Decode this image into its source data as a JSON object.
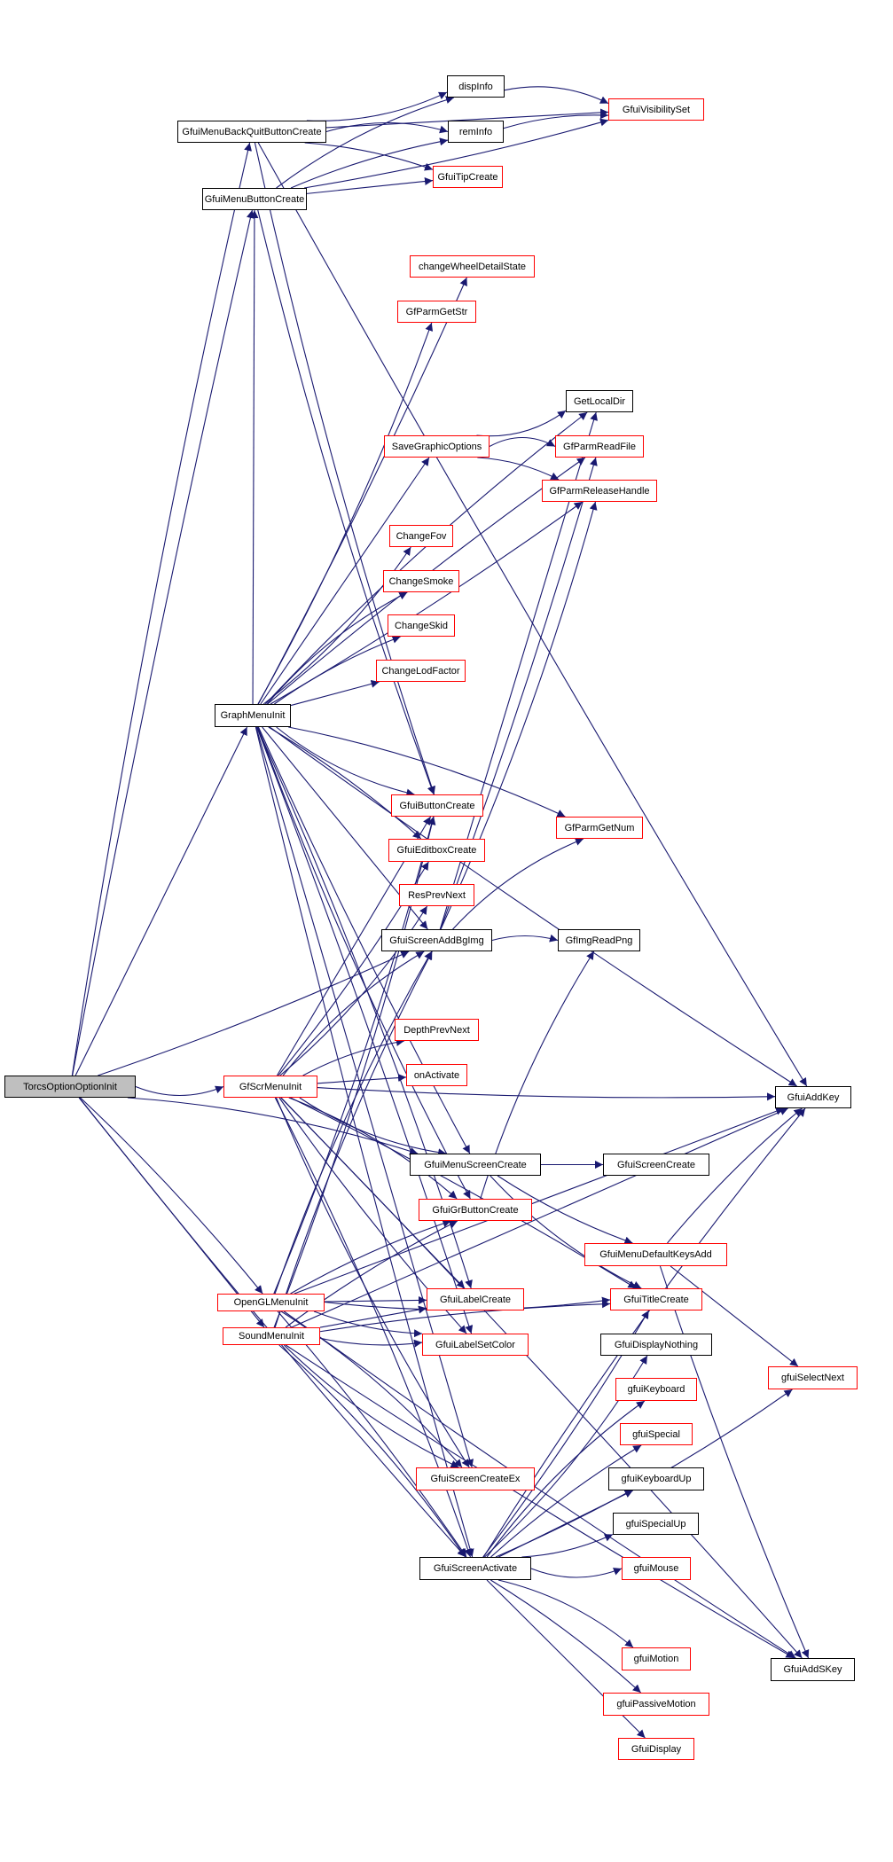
{
  "graph": {
    "title": "TorcsOptionOptionInit call graph",
    "colors": {
      "edge": "#191970",
      "default_border": "#000000",
      "truncated_border": "#ff0000",
      "root_fill": "#bfbfbf"
    },
    "nodes": [
      {
        "id": "TorcsOptionOptionInit",
        "label": "TorcsOptionOptionInit",
        "style": "root"
      },
      {
        "id": "GfuiMenuBackQuitButtonCreate",
        "label": "GfuiMenuBackQuitButtonCreate",
        "style": "normal"
      },
      {
        "id": "GfuiMenuButtonCreate",
        "label": "GfuiMenuButtonCreate",
        "style": "normal"
      },
      {
        "id": "dispInfo",
        "label": "dispInfo",
        "style": "normal"
      },
      {
        "id": "remInfo",
        "label": "remInfo",
        "style": "normal"
      },
      {
        "id": "GfuiTipCreate",
        "label": "GfuiTipCreate",
        "style": "truncated"
      },
      {
        "id": "GfuiVisibilitySet",
        "label": "GfuiVisibilitySet",
        "style": "truncated"
      },
      {
        "id": "changeWheelDetailState",
        "label": "changeWheelDetailState",
        "style": "truncated"
      },
      {
        "id": "GfParmGetStr",
        "label": "GfParmGetStr",
        "style": "truncated"
      },
      {
        "id": "GetLocalDir",
        "label": "GetLocalDir",
        "style": "normal"
      },
      {
        "id": "SaveGraphicOptions",
        "label": "SaveGraphicOptions",
        "style": "truncated"
      },
      {
        "id": "GfParmReadFile",
        "label": "GfParmReadFile",
        "style": "truncated"
      },
      {
        "id": "GfParmReleaseHandle",
        "label": "GfParmReleaseHandle",
        "style": "truncated"
      },
      {
        "id": "ChangeFov",
        "label": "ChangeFov",
        "style": "truncated"
      },
      {
        "id": "ChangeSmoke",
        "label": "ChangeSmoke",
        "style": "truncated"
      },
      {
        "id": "ChangeSkid",
        "label": "ChangeSkid",
        "style": "truncated"
      },
      {
        "id": "ChangeLodFactor",
        "label": "ChangeLodFactor",
        "style": "truncated"
      },
      {
        "id": "GraphMenuInit",
        "label": "GraphMenuInit",
        "style": "normal"
      },
      {
        "id": "GfuiButtonCreate",
        "label": "GfuiButtonCreate",
        "style": "truncated"
      },
      {
        "id": "GfParmGetNum",
        "label": "GfParmGetNum",
        "style": "truncated"
      },
      {
        "id": "GfuiEditboxCreate",
        "label": "GfuiEditboxCreate",
        "style": "truncated"
      },
      {
        "id": "ResPrevNext",
        "label": "ResPrevNext",
        "style": "truncated"
      },
      {
        "id": "GfuiScreenAddBgImg",
        "label": "GfuiScreenAddBgImg",
        "style": "normal"
      },
      {
        "id": "GfImgReadPng",
        "label": "GfImgReadPng",
        "style": "normal"
      },
      {
        "id": "DepthPrevNext",
        "label": "DepthPrevNext",
        "style": "truncated"
      },
      {
        "id": "onActivate",
        "label": "onActivate",
        "style": "truncated"
      },
      {
        "id": "GfScrMenuInit",
        "label": "GfScrMenuInit",
        "style": "truncated"
      },
      {
        "id": "GfuiAddKey",
        "label": "GfuiAddKey",
        "style": "normal"
      },
      {
        "id": "GfuiMenuScreenCreate",
        "label": "GfuiMenuScreenCreate",
        "style": "normal"
      },
      {
        "id": "GfuiScreenCreate",
        "label": "GfuiScreenCreate",
        "style": "normal"
      },
      {
        "id": "GfuiGrButtonCreate",
        "label": "GfuiGrButtonCreate",
        "style": "truncated"
      },
      {
        "id": "GfuiMenuDefaultKeysAdd",
        "label": "GfuiMenuDefaultKeysAdd",
        "style": "truncated"
      },
      {
        "id": "GfuiLabelCreate",
        "label": "GfuiLabelCreate",
        "style": "truncated"
      },
      {
        "id": "GfuiTitleCreate",
        "label": "GfuiTitleCreate",
        "style": "truncated"
      },
      {
        "id": "OpenGLMenuInit",
        "label": "OpenGLMenuInit",
        "style": "truncated"
      },
      {
        "id": "SoundMenuInit",
        "label": "SoundMenuInit",
        "style": "truncated"
      },
      {
        "id": "GfuiLabelSetColor",
        "label": "GfuiLabelSetColor",
        "style": "truncated"
      },
      {
        "id": "GfuiDisplayNothing",
        "label": "GfuiDisplayNothing",
        "style": "normal"
      },
      {
        "id": "gfuiSelectNext",
        "label": "gfuiSelectNext",
        "style": "truncated"
      },
      {
        "id": "gfuiKeyboard",
        "label": "gfuiKeyboard",
        "style": "truncated"
      },
      {
        "id": "gfuiSpecial",
        "label": "gfuiSpecial",
        "style": "truncated"
      },
      {
        "id": "GfuiScreenCreateEx",
        "label": "GfuiScreenCreateEx",
        "style": "truncated"
      },
      {
        "id": "gfuiKeyboardUp",
        "label": "gfuiKeyboardUp",
        "style": "normal"
      },
      {
        "id": "gfuiSpecialUp",
        "label": "gfuiSpecialUp",
        "style": "normal"
      },
      {
        "id": "GfuiScreenActivate",
        "label": "GfuiScreenActivate",
        "style": "normal"
      },
      {
        "id": "gfuiMouse",
        "label": "gfuiMouse",
        "style": "truncated"
      },
      {
        "id": "gfuiMotion",
        "label": "gfuiMotion",
        "style": "truncated"
      },
      {
        "id": "GfuiAddSKey",
        "label": "GfuiAddSKey",
        "style": "normal"
      },
      {
        "id": "gfuiPassiveMotion",
        "label": "gfuiPassiveMotion",
        "style": "truncated"
      },
      {
        "id": "GfuiDisplay",
        "label": "GfuiDisplay",
        "style": "truncated"
      }
    ],
    "edges": [
      [
        "TorcsOptionOptionInit",
        "GfuiMenuBackQuitButtonCreate"
      ],
      [
        "TorcsOptionOptionInit",
        "GfuiMenuButtonCreate"
      ],
      [
        "TorcsOptionOptionInit",
        "GraphMenuInit"
      ],
      [
        "TorcsOptionOptionInit",
        "GfuiScreenAddBgImg"
      ],
      [
        "TorcsOptionOptionInit",
        "GfScrMenuInit"
      ],
      [
        "TorcsOptionOptionInit",
        "GfuiMenuScreenCreate"
      ],
      [
        "TorcsOptionOptionInit",
        "OpenGLMenuInit"
      ],
      [
        "TorcsOptionOptionInit",
        "SoundMenuInit"
      ],
      [
        "TorcsOptionOptionInit",
        "GfuiScreenActivate"
      ],
      [
        "GfuiMenuBackQuitButtonCreate",
        "dispInfo"
      ],
      [
        "GfuiMenuBackQuitButtonCreate",
        "remInfo"
      ],
      [
        "GfuiMenuBackQuitButtonCreate",
        "GfuiTipCreate"
      ],
      [
        "GfuiMenuBackQuitButtonCreate",
        "GfuiVisibilitySet"
      ],
      [
        "GfuiMenuBackQuitButtonCreate",
        "GfuiAddKey"
      ],
      [
        "GfuiMenuBackQuitButtonCreate",
        "GfuiButtonCreate"
      ],
      [
        "GfuiMenuButtonCreate",
        "dispInfo"
      ],
      [
        "GfuiMenuButtonCreate",
        "remInfo"
      ],
      [
        "GfuiMenuButtonCreate",
        "GfuiTipCreate"
      ],
      [
        "GfuiMenuButtonCreate",
        "GfuiVisibilitySet"
      ],
      [
        "GfuiMenuButtonCreate",
        "GfuiButtonCreate"
      ],
      [
        "dispInfo",
        "GfuiVisibilitySet"
      ],
      [
        "remInfo",
        "GfuiVisibilitySet"
      ],
      [
        "GraphMenuInit",
        "GfuiMenuButtonCreate"
      ],
      [
        "GraphMenuInit",
        "changeWheelDetailState"
      ],
      [
        "GraphMenuInit",
        "GfParmGetStr"
      ],
      [
        "GraphMenuInit",
        "GetLocalDir"
      ],
      [
        "GraphMenuInit",
        "GfParmReadFile"
      ],
      [
        "GraphMenuInit",
        "SaveGraphicOptions"
      ],
      [
        "GraphMenuInit",
        "GfParmReleaseHandle"
      ],
      [
        "GraphMenuInit",
        "ChangeFov"
      ],
      [
        "GraphMenuInit",
        "ChangeSmoke"
      ],
      [
        "GraphMenuInit",
        "ChangeSkid"
      ],
      [
        "GraphMenuInit",
        "ChangeLodFactor"
      ],
      [
        "GraphMenuInit",
        "GfuiAddKey"
      ],
      [
        "GraphMenuInit",
        "GfuiButtonCreate"
      ],
      [
        "GraphMenuInit",
        "GfParmGetNum"
      ],
      [
        "GraphMenuInit",
        "GfuiEditboxCreate"
      ],
      [
        "GraphMenuInit",
        "GfuiScreenAddBgImg"
      ],
      [
        "GraphMenuInit",
        "GfuiMenuScreenCreate"
      ],
      [
        "GraphMenuInit",
        "GfuiGrButtonCreate"
      ],
      [
        "GraphMenuInit",
        "GfuiLabelCreate"
      ],
      [
        "GraphMenuInit",
        "GfuiLabelSetColor"
      ],
      [
        "GraphMenuInit",
        "GfuiScreenCreateEx"
      ],
      [
        "GraphMenuInit",
        "GfuiScreenActivate"
      ],
      [
        "SaveGraphicOptions",
        "GetLocalDir"
      ],
      [
        "SaveGraphicOptions",
        "GfParmReadFile"
      ],
      [
        "SaveGraphicOptions",
        "GfParmReleaseHandle"
      ],
      [
        "GfuiScreenAddBgImg",
        "GetLocalDir"
      ],
      [
        "GfuiScreenAddBgImg",
        "GfParmReadFile"
      ],
      [
        "GfuiScreenAddBgImg",
        "GfParmReleaseHandle"
      ],
      [
        "GfuiScreenAddBgImg",
        "GfParmGetNum"
      ],
      [
        "GfuiScreenAddBgImg",
        "GfImgReadPng"
      ],
      [
        "GfScrMenuInit",
        "GfuiButtonCreate"
      ],
      [
        "GfScrMenuInit",
        "GfuiEditboxCreate"
      ],
      [
        "GfScrMenuInit",
        "ResPrevNext"
      ],
      [
        "GfScrMenuInit",
        "GfuiScreenAddBgImg"
      ],
      [
        "GfScrMenuInit",
        "DepthPrevNext"
      ],
      [
        "GfScrMenuInit",
        "onActivate"
      ],
      [
        "GfScrMenuInit",
        "GfuiAddKey"
      ],
      [
        "GfScrMenuInit",
        "GfuiMenuScreenCreate"
      ],
      [
        "GfScrMenuInit",
        "GfuiGrButtonCreate"
      ],
      [
        "GfScrMenuInit",
        "GfuiTitleCreate"
      ],
      [
        "GfScrMenuInit",
        "GfuiLabelCreate"
      ],
      [
        "GfScrMenuInit",
        "GfuiLabelSetColor"
      ],
      [
        "GfScrMenuInit",
        "GfuiScreenCreateEx"
      ],
      [
        "GfScrMenuInit",
        "GfuiScreenActivate"
      ],
      [
        "GfScrMenuInit",
        "GfuiAddSKey"
      ],
      [
        "GfuiMenuScreenCreate",
        "GfuiScreenCreate"
      ],
      [
        "GfuiMenuScreenCreate",
        "GfuiMenuDefaultKeysAdd"
      ],
      [
        "GfuiMenuScreenCreate",
        "GfuiTitleCreate"
      ],
      [
        "GfuiGrButtonCreate",
        "GfImgReadPng"
      ],
      [
        "GfuiMenuDefaultKeysAdd",
        "GfuiAddKey"
      ],
      [
        "GfuiMenuDefaultKeysAdd",
        "gfuiSelectNext"
      ],
      [
        "GfuiMenuDefaultKeysAdd",
        "GfuiAddSKey"
      ],
      [
        "OpenGLMenuInit",
        "GfuiButtonCreate"
      ],
      [
        "OpenGLMenuInit",
        "GfuiScreenAddBgImg"
      ],
      [
        "OpenGLMenuInit",
        "GfuiGrButtonCreate"
      ],
      [
        "OpenGLMenuInit",
        "GfuiLabelCreate"
      ],
      [
        "OpenGLMenuInit",
        "GfuiLabelSetColor"
      ],
      [
        "OpenGLMenuInit",
        "GfuiTitleCreate"
      ],
      [
        "OpenGLMenuInit",
        "GfuiScreenCreateEx"
      ],
      [
        "OpenGLMenuInit",
        "GfuiScreenActivate"
      ],
      [
        "OpenGLMenuInit",
        "GfuiAddKey"
      ],
      [
        "OpenGLMenuInit",
        "GfuiAddSKey"
      ],
      [
        "SoundMenuInit",
        "GfuiButtonCreate"
      ],
      [
        "SoundMenuInit",
        "GfuiScreenAddBgImg"
      ],
      [
        "SoundMenuInit",
        "GfuiGrButtonCreate"
      ],
      [
        "SoundMenuInit",
        "GfuiLabelCreate"
      ],
      [
        "SoundMenuInit",
        "GfuiLabelSetColor"
      ],
      [
        "SoundMenuInit",
        "GfuiScreenCreateEx"
      ],
      [
        "SoundMenuInit",
        "GfuiScreenActivate"
      ],
      [
        "SoundMenuInit",
        "GfuiTitleCreate"
      ],
      [
        "SoundMenuInit",
        "GfuiAddKey"
      ],
      [
        "SoundMenuInit",
        "GfuiAddSKey"
      ],
      [
        "GfuiScreenActivate",
        "GfuiDisplayNothing"
      ],
      [
        "GfuiScreenActivate",
        "gfuiKeyboard"
      ],
      [
        "GfuiScreenActivate",
        "gfuiSpecial"
      ],
      [
        "GfuiScreenActivate",
        "gfuiKeyboardUp"
      ],
      [
        "GfuiScreenActivate",
        "gfuiSpecialUp"
      ],
      [
        "GfuiScreenActivate",
        "gfuiMouse"
      ],
      [
        "GfuiScreenActivate",
        "gfuiMotion"
      ],
      [
        "GfuiScreenActivate",
        "gfuiPassiveMotion"
      ],
      [
        "GfuiScreenActivate",
        "GfuiDisplay"
      ],
      [
        "GfuiScreenActivate",
        "GfuiTitleCreate"
      ],
      [
        "GfuiScreenActivate",
        "gfuiSelectNext"
      ],
      [
        "GfuiScreenActivate",
        "GfuiAddKey"
      ]
    ]
  }
}
